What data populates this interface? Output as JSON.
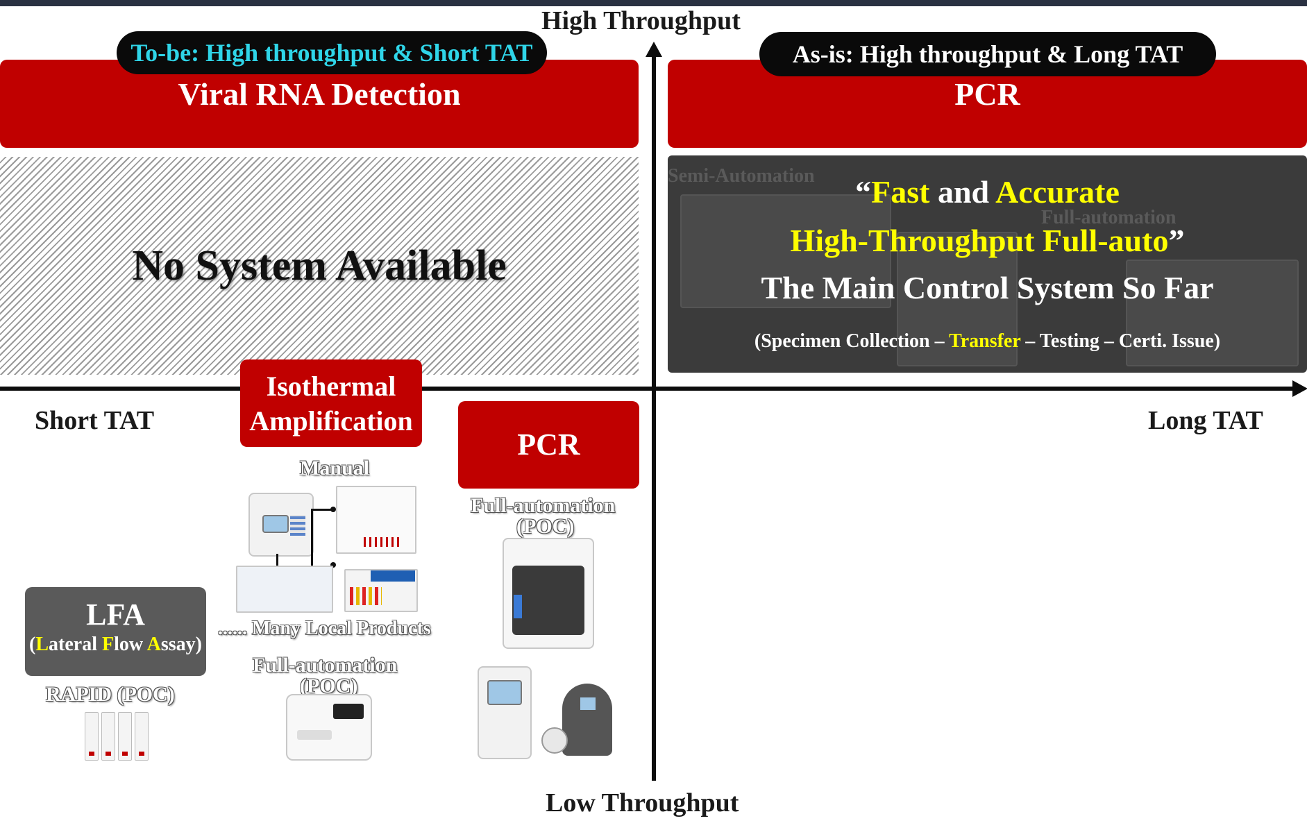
{
  "axes": {
    "top": "High Throughput",
    "bottom": "Low Throughput",
    "left": "Short TAT",
    "right": "Long TAT"
  },
  "top_left": {
    "pill": "To-be: High throughput & Short TAT",
    "header": "Viral RNA Detection",
    "placeholder": "No System Available"
  },
  "top_right": {
    "pill": "As-is: High throughput & Long TAT",
    "header": "PCR",
    "bg_label_1": "Semi-Automation",
    "bg_label_2": "Full-automation",
    "quote_open": "“",
    "quote_fast": "Fast",
    "quote_and": " and ",
    "quote_accurate": "Accurate",
    "quote_line2": "High-Throughput Full-auto",
    "quote_close": "”",
    "line3": "The Main Control System So Far",
    "process_open": "(Specimen Collection – ",
    "process_transfer": "Transfer",
    "process_rest": " – Testing – Certi. Issue)"
  },
  "bottom_left": {
    "iso_line1": "Isothermal",
    "iso_line2": "Amplification",
    "manual": "Manual",
    "many_local": "...... Many Local Products",
    "iso_full_auto": "Full-automation",
    "iso_poc": "(POC)",
    "pcr": "PCR",
    "pcr_full_auto": "Full-automation",
    "pcr_poc": "(POC)",
    "lfa_title": "LFA",
    "lfa_open": "(",
    "lfa_L": "L",
    "lfa_ateral": "ateral ",
    "lfa_F": "F",
    "lfa_low": "low ",
    "lfa_A": "A",
    "lfa_ssay": "ssay)",
    "rapid": "RAPID (POC)"
  },
  "colors": {
    "red": "#c00000",
    "cyan_text": "#2fd5e8",
    "yellow_text": "#ffff00",
    "dark_panel": "#3b3b3b",
    "lfa_box": "#5a5a5a"
  }
}
